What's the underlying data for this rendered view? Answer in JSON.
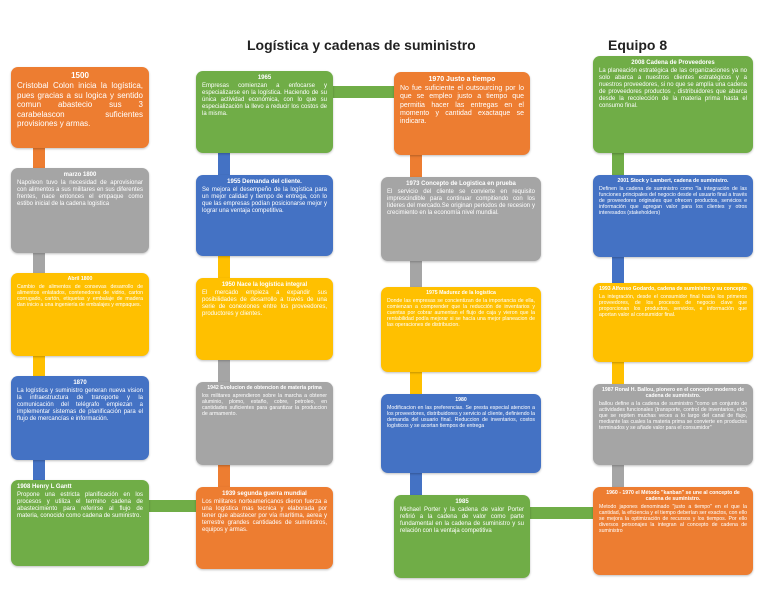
{
  "header": {
    "title": "Logística y cadenas de suministro",
    "team": "Equipo 8"
  },
  "colors": {
    "orange": "#ED7D31",
    "gray": "#A5A5A5",
    "yellow": "#FFC000",
    "blue": "#4472C4",
    "green": "#70AD47"
  },
  "timeline": {
    "col1": [
      {
        "heading": "1500",
        "body": "Cristobal Colon inicia la logística, pues gracias a su logica y sentido comun abastecio sus 3 carabelascon suficientes provisiones y armas.",
        "color": "orange"
      },
      {
        "heading": "marzo 1800",
        "body": "Napoleon tuvo la necesidad de aprovisionar con alimentos a sus militares en sus diferentes frentes, nace entonces el empaque como estibo inicial de la cadena logistica",
        "color": "gray"
      },
      {
        "heading": "Abril 1800",
        "body": "Cambio de alimentos de consevas desarrollo de alimentos enlatados, contenedores de vidrio, carton corrugado, cartón, etiquetas y embalaje de madera dan inicio a una ingeniería de embalajes y empaques.",
        "color": "yellow"
      },
      {
        "heading": "1870",
        "body": "La logística y suministro generan nueva vision la infraestructura de transporte y la comunicación del telégrafo empiezan a implementar sistemas de planificación para el flujo de mercancías e información.",
        "color": "blue"
      },
      {
        "heading": "1908 Henry L Gantt",
        "body": "Propone una estricta planificación en los procesos y utiliza el termino cadena de abastecimiento para referirse al flujo de materia, conocido como cadena de suministro.",
        "color": "green"
      }
    ],
    "col2": [
      {
        "heading": "1965",
        "body": "Empresas comienzan a enfocarse y especializarse en la logística. Haciendo de su única actividad económica, con lo que su especialización la llevo a reducir los costos de la misma.",
        "color": "green"
      },
      {
        "heading": "1955 Demanda del cliente.",
        "body": "Se mejora el desempeño de la logística para un mejor calidad y tiempo de entrega, con lo que las empresas podían posicionarse mejor y lograr una ventaja competitiva.",
        "color": "blue"
      },
      {
        "heading": "1950 Nace la logística integral",
        "body": "El mercado empieza a expandir sus posibilidades de desarrollo a través de una serie de conexiones entre los proveedores, productores y clientes.",
        "color": "yellow"
      },
      {
        "heading": "1942 Evolucion de obtencion de materia prima",
        "body": "los militares aprendieron sobre la marcha a obtener aluminio, plomo, estaño, cobre, petroleo, en cantidades suficientes para garantizar la produccion de armamento.",
        "color": "gray"
      },
      {
        "heading": "1939 segunda guerra mundial",
        "body": "Los militares norteamericanos dieron fuerza a una logística mas tecnica y elaborada por tener que abastecer por vía marítima, aerea y terrestre grandes cantidades de suministros, equipos y armas.",
        "color": "orange"
      }
    ],
    "col3": [
      {
        "heading": "1970 Justo a tiempo",
        "body": "No fue suficiente el outsourcing por lo que se empleo justo a tiempo que permitia hacer las entregas en el momento y cantidad exactaque se indicara.",
        "color": "orange"
      },
      {
        "heading": "1973 Concepto de Logistica en prueba",
        "body": "El servicio del cliente se convierte en requisito imprescindible para continuar compitiendo con los líderes del mercado.Se originan periodos de recesion y crecimiento en la economía nivel mundial.",
        "color": "gray"
      },
      {
        "heading": "1975 Madurez de la logística",
        "body": "Donde las empresas se concientizan de la importancia de ella, comienzan a comprender que la reducción de inventarios y cuentas por cobrar aumentan el flujo de caja y vieron que la rentabilidad podía mejorar si se hacía una mejor planeacion de las operaciones de distribucion.",
        "color": "yellow"
      },
      {
        "heading": "1980",
        "body": "Modificacion en las preferencias. Se presta especial atencion a los proveedores, distribuidores y servicio al cliente, definiendo la demanda del usuario final. Reduccion de inventarios, costos logísticos y se acortan tiempos de entrega",
        "color": "blue"
      },
      {
        "heading": "1985",
        "body": "Michael Porter y la cadena de valor Porter refirió a la cadena de valor como parte fundamental en la cadena de suministro y su relación con la ventaja competitiva",
        "color": "green"
      }
    ],
    "col4": [
      {
        "heading": "2008 Cadena de Proveedores",
        "body": "La planeación estratégica de las organizaciones ya no solo abarca a nuestros clientes estratégicos y a nuestros proveedores, si no que se amplía una cadena de proveedores productos , distribuidores que abarca desde la recolección de la materia prima hasta el consumo final.",
        "color": "green"
      },
      {
        "heading": "2001 Stock y Lambert, cadena de suministro.",
        "body": "Definen la cadena de suministro como \"la integración de las funciones principales del negocio desde el usuario final a través de proveedores originales que ofrecen productos, servicios e información que agregan valor para los clientes y otros interesados (stakeholders)",
        "color": "blue"
      },
      {
        "heading": "1993 Alfonso Godardo, cadena de suministro y su concepto",
        "body": "La integración, desde el consumidor final hasta los primeros proveedores, de los procesos de negocio clave que proporcionan los productos, servicios, e información que aportan valor al consumidor final.",
        "color": "yellow"
      },
      {
        "heading": "1987 Ronal H. Ballou, pionero en el concepto moderno de cadena de suministro.",
        "body": "ballou define a la cadena de suministro \"como un conjunto de actividades funcionales (transporte, control de inventarios, etc.) que se repiten muchas veces a lo largo del canal de flujo, mediante las cuales la materia prima se convierte en productos terminados y se añade valor para el consumidor\"",
        "color": "gray"
      },
      {
        "heading": "1960 - 1970 el Método \"kanban\" se une al concepto de cadena de suministro.",
        "body": "Metodo japones denominado \"justo a tiempo\" en el que la cantidad, la eficiencia y el tiempo deberían ser exactos, con ello se mejora la optimización de recursos y los tiempos. Por ello diversos personajes la integran al concepto de cadena de suministro",
        "color": "orange"
      }
    ]
  }
}
